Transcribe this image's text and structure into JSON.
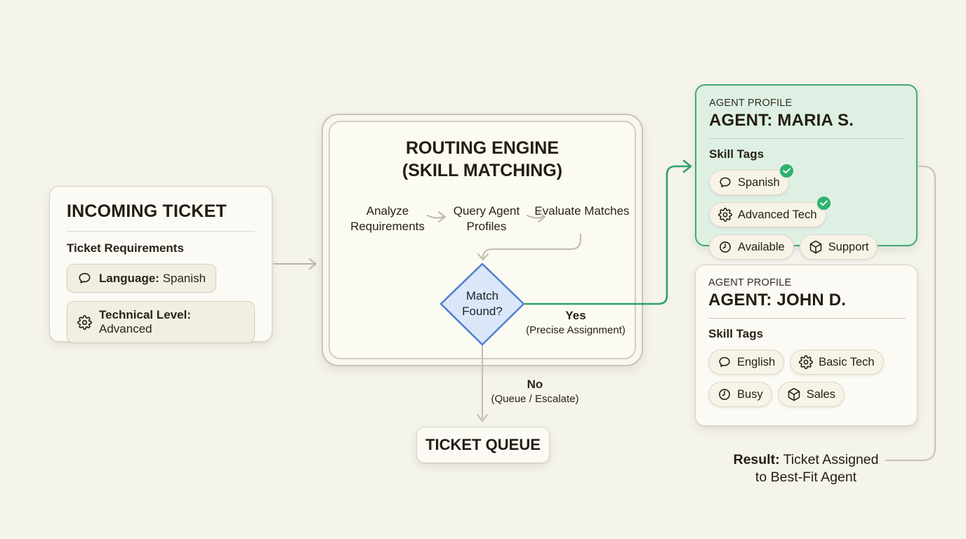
{
  "incoming_ticket": {
    "title": "INCOMING TICKET",
    "section_label": "Ticket Requirements",
    "requirements": [
      {
        "icon": "speech-bubble-icon",
        "key": "Language:",
        "value": "Spanish"
      },
      {
        "icon": "gear-icon",
        "key": "Technical Level:",
        "value": "Advanced"
      }
    ]
  },
  "routing_engine": {
    "title_line1": "ROUTING ENGINE",
    "title_line2": "(SKILL MATCHING)",
    "steps": [
      {
        "label": "Analyze Requirements"
      },
      {
        "label": "Query Agent Profiles"
      },
      {
        "label": "Evaluate Matches"
      }
    ],
    "decision": {
      "line1": "Match",
      "line2": "Found?"
    }
  },
  "branch_yes": {
    "label": "Yes",
    "note": "(Precise Assignment)"
  },
  "branch_no": {
    "label": "No",
    "note": "(Queue / Escalate)"
  },
  "ticket_queue": {
    "title": "TICKET QUEUE"
  },
  "agent_profiles": [
    {
      "kicker": "AGENT PROFILE",
      "title": "AGENT: MARIA S.",
      "section_label": "Skill Tags",
      "highlighted": true,
      "skills": [
        {
          "icon": "speech-bubble-icon",
          "label": "Spanish",
          "matched": true
        },
        {
          "icon": "gear-icon",
          "label": "Advanced Tech",
          "matched": true
        },
        {
          "icon": "clock-icon",
          "label": "Available",
          "matched": false
        },
        {
          "icon": "package-icon",
          "label": "Support",
          "matched": false
        }
      ]
    },
    {
      "kicker": "AGENT PROFILE",
      "title": "AGENT: JOHN D.",
      "section_label": "Skill Tags",
      "highlighted": false,
      "skills": [
        {
          "icon": "speech-bubble-icon",
          "label": "English",
          "matched": false
        },
        {
          "icon": "gear-icon",
          "label": "Basic Tech",
          "matched": false
        },
        {
          "icon": "clock-icon",
          "label": "Busy",
          "matched": false
        },
        {
          "icon": "package-icon",
          "label": "Sales",
          "matched": false
        }
      ]
    }
  ],
  "result": {
    "key": "Result:",
    "value_line1": "Ticket Assigned",
    "value_line2": "to Best-Fit Agent"
  },
  "colors": {
    "background": "#f4f3ec",
    "card_background": "#fbfaf4",
    "card_border": "#d8d3c5",
    "match_green_line": "#2fa26a",
    "badge_green": "#2fb26e",
    "agent_match_background": "#def0e4",
    "agent_match_border": "#43a876",
    "decision_fill": "#dbe7f9",
    "decision_stroke": "#5481cf",
    "connector_gray": "#b9b3a4",
    "text_dark": "#241d12"
  }
}
